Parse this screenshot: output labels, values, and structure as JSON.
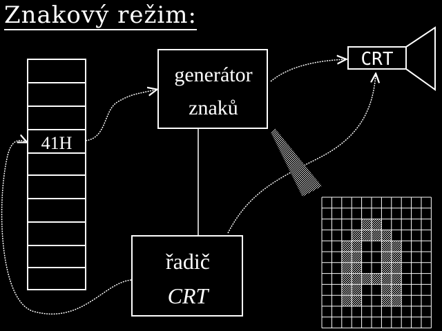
{
  "title": "Znakový režim:",
  "memory": {
    "cell_label": "41H"
  },
  "generator": {
    "line1": "generátor",
    "line2": "znaků"
  },
  "controller": {
    "line1": "řadič",
    "line2": "CRT"
  },
  "crt": {
    "label": "CRT"
  },
  "colors": {
    "background": "#000000",
    "foreground": "#ffffff"
  },
  "char_grid": {
    "rows": [
      "00000000000",
      "00000000000",
      "00001100000",
      "00011110000",
      "00110011000",
      "00110011000",
      "00110011000",
      "00111111000",
      "00110011000",
      "00110011000",
      "00000000000",
      "00000000000"
    ]
  }
}
